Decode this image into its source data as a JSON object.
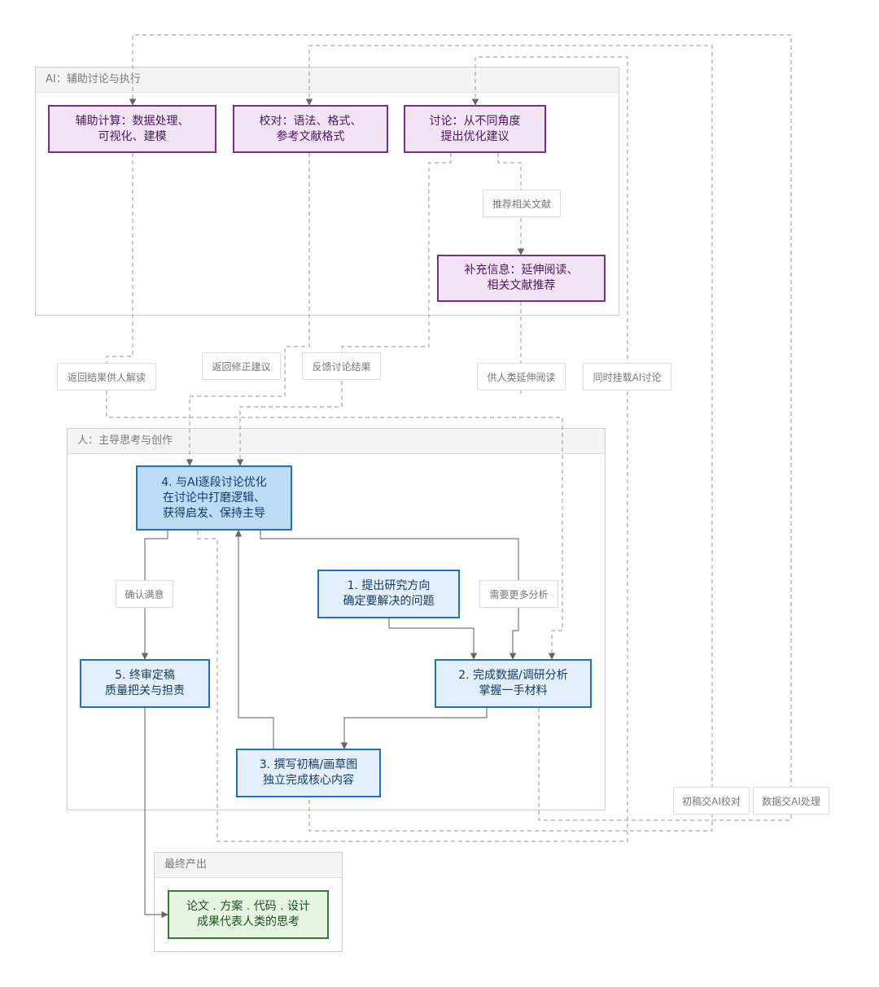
{
  "groups": {
    "ai": {
      "title": "AI：辅助讨论与执行"
    },
    "human": {
      "title": "人：主导思考与创作"
    },
    "final": {
      "title": "最终产出"
    }
  },
  "nodes": {
    "ai_calc": {
      "line1": "辅助计算：数据处理、",
      "line2": "可视化、建模"
    },
    "ai_proof": {
      "line1": "校对：语法、格式、",
      "line2": "参考文献格式"
    },
    "ai_discuss": {
      "line1": "讨论：从不同角度",
      "line2": "提出优化建议"
    },
    "ai_supplement": {
      "line1": "补充信息：延伸阅读、",
      "line2": "相关文献推荐"
    },
    "step1": {
      "line1": "1. 提出研究方向",
      "line2": "确定要解决的问题"
    },
    "step2": {
      "line1": "2. 完成数据/调研分析",
      "line2": "掌握一手材料"
    },
    "step3": {
      "line1": "3. 撰写初稿/画草图",
      "line2": "独立完成核心内容"
    },
    "step4": {
      "line1": "4. 与AI逐段讨论优化",
      "line2": "在讨论中打磨逻辑、",
      "line3": "获得启发、保持主导"
    },
    "step5": {
      "line1": "5. 终审定稿",
      "line2": "质量把关与担责"
    },
    "output": {
      "line1": "论文 . 方案 . 代码 . 设计",
      "line2": "成果代表人类的思考"
    }
  },
  "edge_labels": {
    "recommend": "推荐相关文献",
    "return_results": "返回结果供人解读",
    "return_corrections": "返回修正建议",
    "feedback": "反馈讨论结果",
    "extended_reading": "供人类延伸阅读",
    "mount_ai": "同时挂载AI讨论",
    "confirm": "确认满意",
    "need_more": "需要更多分析",
    "draft_to_ai": "初稿交AI校对",
    "data_to_ai": "数据交AI处理"
  },
  "colors": {
    "ai_fill": "#f3e3f6",
    "ai_border": "#7b2c91",
    "human_fill": "#e3f0fb",
    "human_border": "#1f6fc4",
    "human_highlight": "#bcdcf6",
    "output_fill": "#e6f4e2",
    "output_border": "#2f7d32",
    "edge_solid": "#7a7a7a",
    "edge_dashed": "#a8a8a8"
  }
}
